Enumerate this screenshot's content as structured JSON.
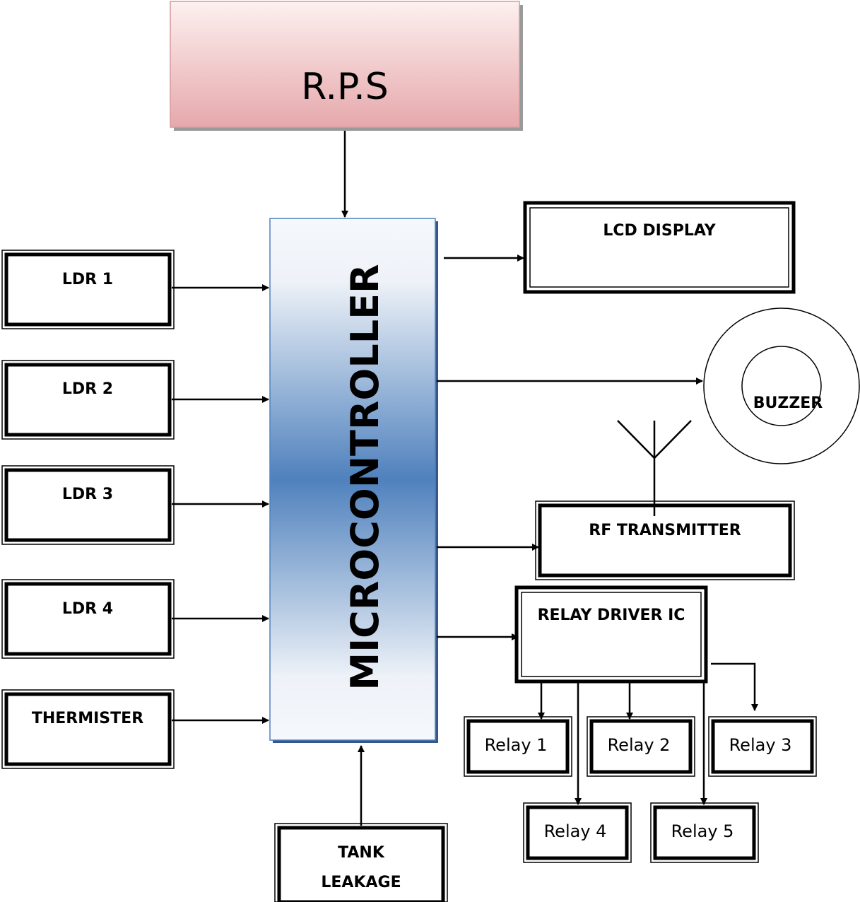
{
  "diagram": {
    "power": "R.P.S",
    "controller": "MICROCONTROLLER",
    "inputs": [
      "LDR 1",
      "LDR 2",
      "LDR 3",
      "LDR 4",
      "THERMISTER"
    ],
    "tank": [
      "TANK",
      "LEAKAGE"
    ],
    "lcd": "LCD DISPLAY",
    "buzzer": "BUZZER",
    "rf": "RF TRANSMITTER",
    "relay_driver": "RELAY DRIVER IC",
    "relays": [
      "Relay 1",
      "Relay 2",
      "Relay 3",
      "Relay 4",
      "Relay 5"
    ]
  },
  "colors": {
    "rps_top": "#fdf0f0",
    "rps_bottom": "#e6a8ab",
    "controller_mid": "#4f81bd",
    "controller_edge": "#f5f8fc"
  }
}
